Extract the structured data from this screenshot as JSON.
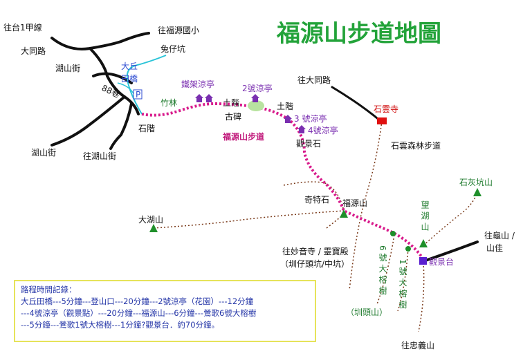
{
  "title": "福源山步道地圖",
  "labels": {
    "to_taiwan1": "往台1甲線",
    "datong_rd_left": "大同路",
    "hushan_st_upper": "湖山街",
    "lane88": "88巷",
    "daqiu": "大丘",
    "tianqiao": "田橋",
    "parking": "P",
    "to_fuyuan_school": "往福源國小",
    "tuzaikeng": "兔仔坑",
    "hushan_st_lower": "湖山街",
    "to_hushan_st": "往湖山街",
    "stone_steps": "石階",
    "bamboo": "竹林",
    "tiejia_pavilion": "鐵架涼亭",
    "pavilion2": "2號涼亭",
    "dirt_steps1": "土階",
    "old_stele": "古碑",
    "dirt_steps2": "土階",
    "pavilion3": "3 號涼亭",
    "pavilion4": "4號涼亭",
    "view_stone": "觀景石",
    "trail_name": "福源山步道",
    "to_datong_rd": "往大同路",
    "shiyun_temple": "石雲寺",
    "shiyun_trail": "石雲森林步道",
    "odd_stone": "奇特石",
    "fuyuan_mtn": "福源山",
    "dahu_mtn": "大湖山",
    "to_miaoyin": "往妙音寺 / 靈寶殿",
    "to_miaoyin_sub": "（圳仔頭坑/中坑）",
    "banyan6": "6號大榕樹",
    "banyan6_sub": "（圳頭山）",
    "banyan1": "1號大榕樹",
    "wanghu_mtn": "望湖山",
    "shihuikeng_mtn": "石灰坑山",
    "to_guishan": "往龜山 /",
    "to_guishan2": "山佳",
    "observation_deck": "觀景台",
    "to_zhongyi": "往忠義山"
  },
  "legend": {
    "heading": "路程時間記錄：",
    "lines": [
      "大丘田橋---5分鐘---登山口---20分鐘---2號涼亭（花園）---12分鐘",
      "---4號涼亭（觀景點）---20分鐘---福源山---6分鐘---鶯歌6號大榕樹",
      "---5分鐘---鶯歌1號大榕樹---1分鐘?觀景台．約70分鐘。"
    ]
  },
  "colors": {
    "title": "#23a33a",
    "trail": "#d81b8c",
    "road": "#111111",
    "stream": "#2bc4d8",
    "peak": "#1f8f2a",
    "pavilion": "#7a2fb0",
    "temple": "#e01010",
    "side_trail": "#7a3a1a"
  }
}
